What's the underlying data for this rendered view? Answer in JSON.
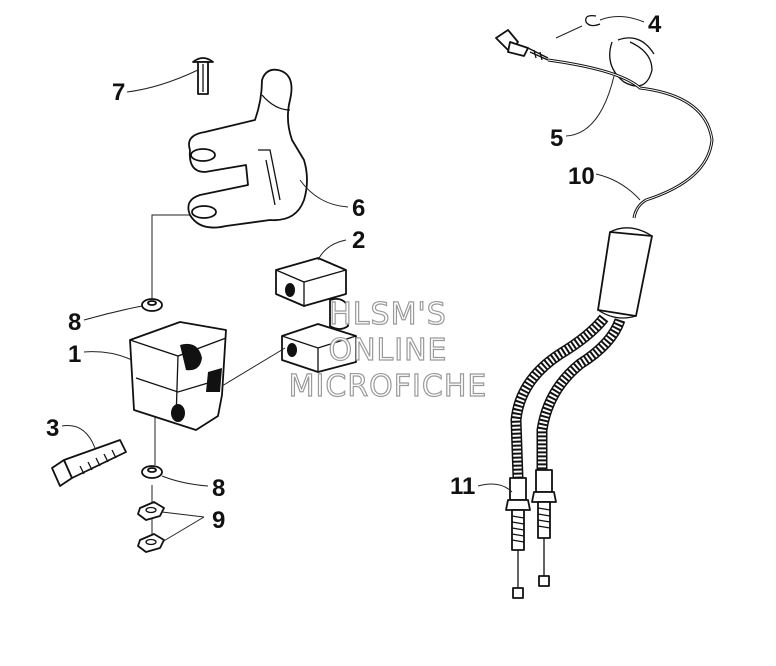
{
  "diagram": {
    "callouts": [
      "1",
      "2",
      "3",
      "4",
      "5",
      "6",
      "7",
      "8",
      "8",
      "9",
      "10",
      "11"
    ],
    "watermark": [
      "HLSM'S",
      "ONLINE",
      "MICROFICHE"
    ]
  }
}
